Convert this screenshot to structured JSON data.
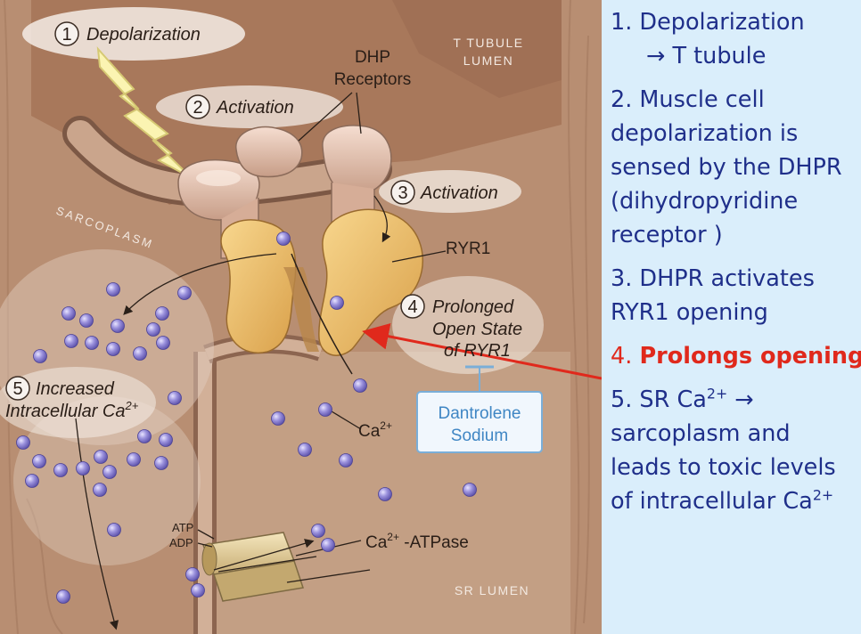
{
  "illustration": {
    "step1": {
      "num": "1",
      "label": "Depolarization"
    },
    "step2": {
      "num": "2",
      "label": "Activation"
    },
    "step3": {
      "num": "3",
      "label": "Activation"
    },
    "step4": {
      "num": "4",
      "line1": "Prolonged",
      "line2": "Open State",
      "line3": "of RYR1"
    },
    "step5": {
      "num": "5",
      "line1": "Increased",
      "line2": "Intracellular Ca",
      "sup": "2+"
    },
    "t_tubule": {
      "line1": "T TUBULE",
      "line2": "LUMEN"
    },
    "dhp": {
      "line1": "DHP",
      "line2": "Receptors"
    },
    "ryr1": "RYR1",
    "sarcoplasm": "SARCOPLASM",
    "ca_ion": {
      "base": "Ca",
      "sup": "2+"
    },
    "dantrolene": {
      "line1": "Dantrolene",
      "line2": "Sodium"
    },
    "atp": "ATP",
    "adp": "ADP",
    "atpase": {
      "base": "Ca",
      "sup": "2+",
      "suffix": " -ATPase"
    },
    "sr_lumen": "SR LUMEN"
  },
  "panel": {
    "s1": {
      "l1": "1. Depolarization",
      "l2": "→ T tubule"
    },
    "s2": {
      "l1": "2. Muscle cell",
      "l2": "depolarization is",
      "l3": "sensed by the DHPR",
      "l4": "(dihydropyridine",
      "l5": "receptor )"
    },
    "s3": {
      "l1": "3. DHPR activates",
      "l2": "RYR1 opening"
    },
    "s4": {
      "num": "4. ",
      "text": "Prolongs opening"
    },
    "s5": {
      "l1a": "5. SR Ca",
      "l1sup": "2+",
      "l1b": "  →",
      "l2": "sarcoplasm and",
      "l3": "leads to toxic levels",
      "l4a": "of intracellular Ca",
      "l4sup": "2+"
    }
  },
  "colors": {
    "background": "#b88e72",
    "sr_lumen": "#c39f84",
    "t_tubule": "#a8785b",
    "dhp": "#e9c6b3",
    "ryr1": "#f1c06b",
    "ion": "#8f86d6",
    "dantrolene_text": "#3f86c4",
    "panel_text": "#1f2f8a",
    "accent_red": "#e0291c",
    "panel_bg": "#daeefb"
  }
}
